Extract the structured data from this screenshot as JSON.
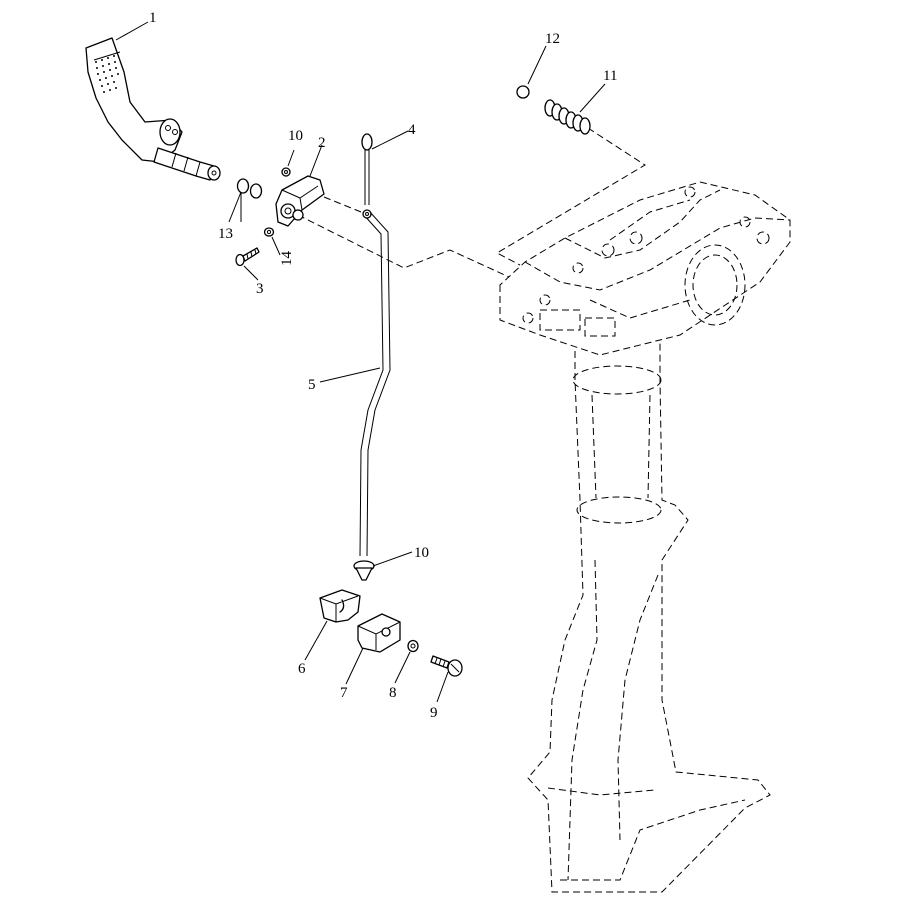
{
  "callouts": [
    {
      "id": "c1",
      "text": "1"
    },
    {
      "id": "c2",
      "text": "2"
    },
    {
      "id": "c3",
      "text": "3"
    },
    {
      "id": "c4",
      "text": "4"
    },
    {
      "id": "c5",
      "text": "5"
    },
    {
      "id": "c6",
      "text": "6"
    },
    {
      "id": "c7",
      "text": "7"
    },
    {
      "id": "c8",
      "text": "8"
    },
    {
      "id": "c9",
      "text": "9"
    },
    {
      "id": "c10a",
      "text": "10"
    },
    {
      "id": "c10b",
      "text": "10"
    },
    {
      "id": "c11",
      "text": "11"
    },
    {
      "id": "c12",
      "text": "12"
    },
    {
      "id": "c13",
      "text": "13"
    },
    {
      "id": "c14",
      "text": "14"
    }
  ],
  "colors": {
    "line": "#000000",
    "background": "#ffffff"
  }
}
